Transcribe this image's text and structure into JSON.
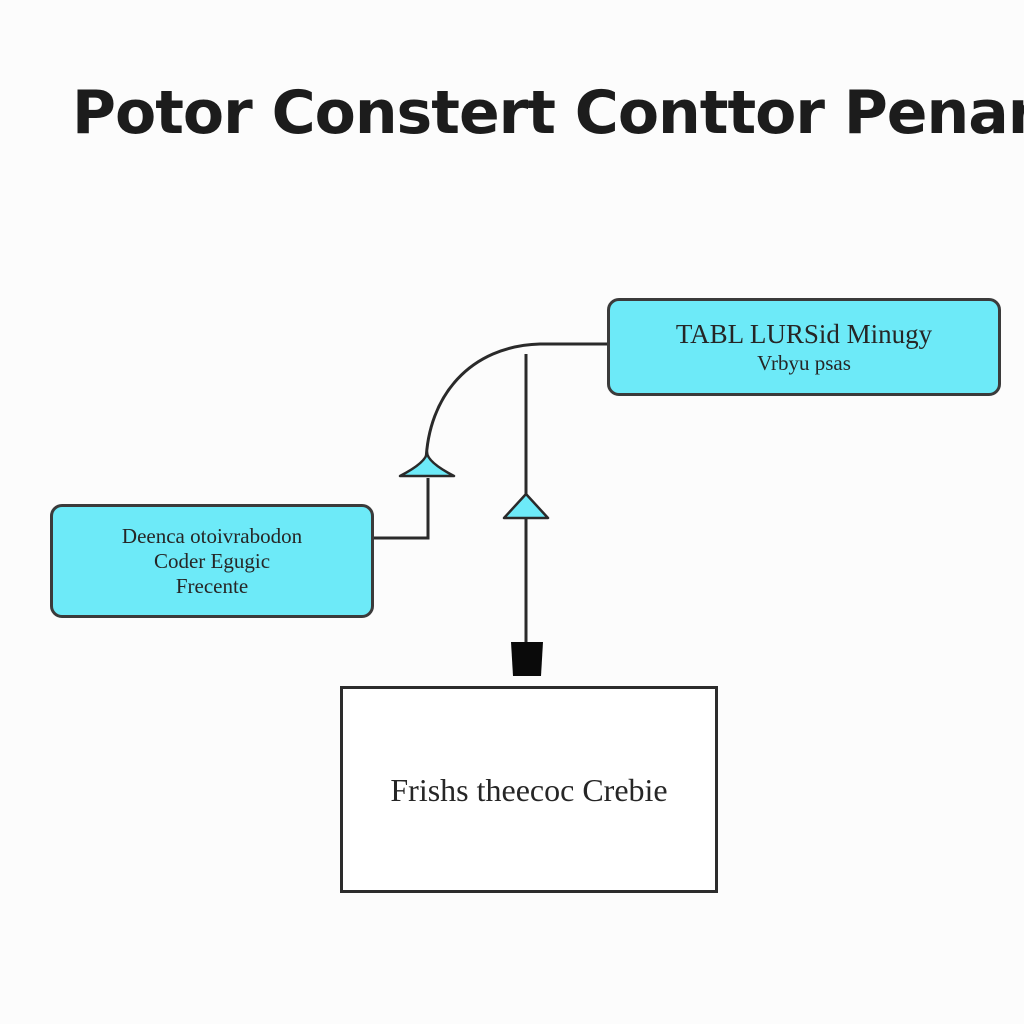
{
  "title": "Potor Constert Conttor Penar",
  "colors": {
    "node_fill": "#6deaf8",
    "node_border": "#3b3b3b",
    "connector": "#2a2a2a",
    "marker_fill": "#6deaf8",
    "terminal": "#0a0a0a",
    "background": "#fcfcfc"
  },
  "nodes": {
    "top_right": {
      "lines": [
        "TABL LURSid Minugy",
        "Vrbyu psas"
      ]
    },
    "left": {
      "lines": [
        "Deenca otoivrabodon",
        "Coder Egugic",
        "Frecente"
      ]
    },
    "bottom": {
      "label": "Frishs theecoc Crebie"
    }
  }
}
